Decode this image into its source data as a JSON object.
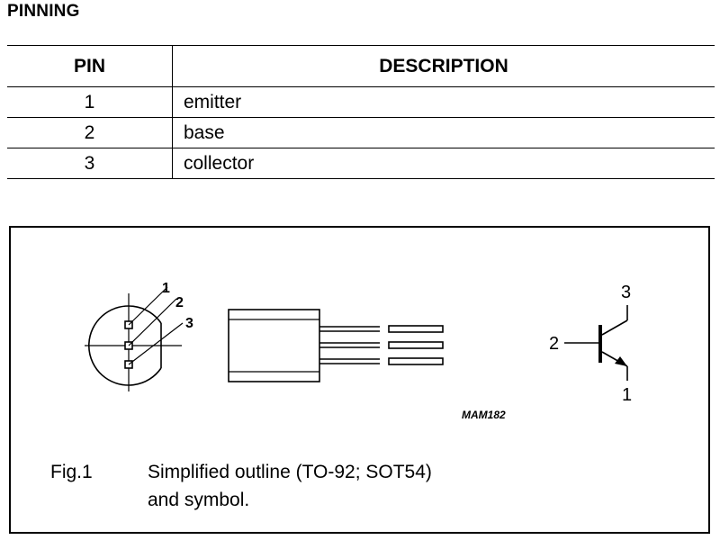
{
  "section_title": "PINNING",
  "table": {
    "headers": {
      "pin": "PIN",
      "description": "DESCRIPTION"
    },
    "rows": [
      {
        "pin": "1",
        "description": "emitter"
      },
      {
        "pin": "2",
        "description": "base"
      },
      {
        "pin": "3",
        "description": "collector"
      }
    ]
  },
  "figure": {
    "outline_pin_labels": [
      "1",
      "2",
      "3"
    ],
    "symbol_labels": {
      "collector": "3",
      "base": "2",
      "emitter": "1"
    },
    "drawing_code": "MAM182",
    "caption_number": "Fig.1",
    "caption_line1": "Simplified outline (TO-92; SOT54)",
    "caption_line2": "and symbol."
  }
}
